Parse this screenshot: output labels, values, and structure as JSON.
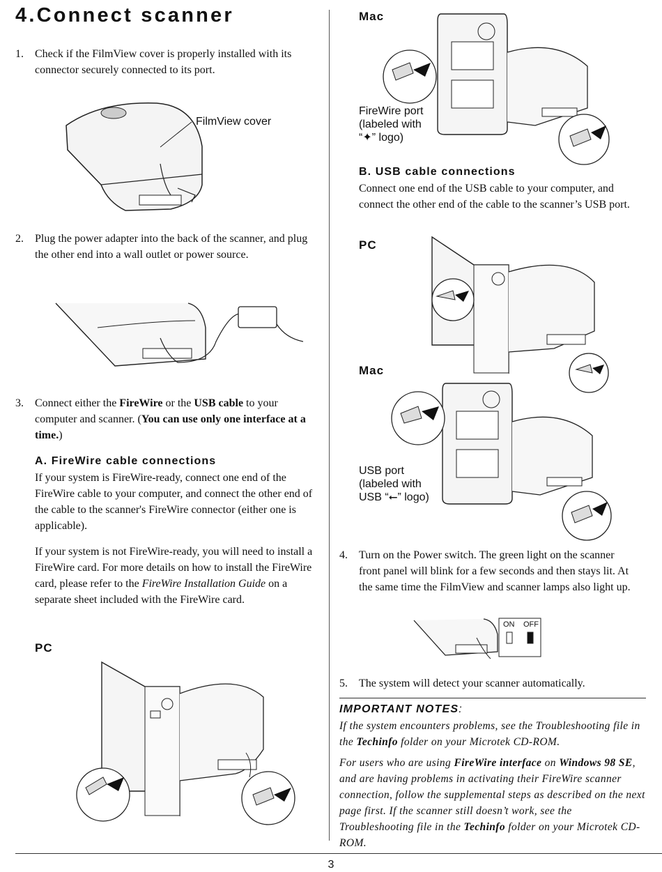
{
  "page": {
    "title": "4.Connect scanner",
    "page_number": "3"
  },
  "left": {
    "step1": {
      "num": "1.",
      "text": "Check if the FilmView cover is properly installed with its connector securely connected to its port."
    },
    "filmview_label": "FilmView cover",
    "step2": {
      "num": "2.",
      "text": "Plug the power adapter into the back of the scanner, and plug the other end into a wall outlet or power source."
    },
    "step3": {
      "num": "3.",
      "t1": "Connect either the ",
      "b1": "FireWire",
      "t2": " or the ",
      "b2": "USB cable",
      "t3": " to your computer and scanner. (",
      "b3": "You can use only one interface at a time.",
      "t4": ")"
    },
    "section_a": {
      "heading": "A. FireWire cable connections",
      "p1": "If your system is FireWire-ready, connect one end of the FireWire cable to your computer, and connect the other end of the cable to the scanner's FireWire connector (either one is applicable).",
      "p2_a": "If your system is not FireWire-ready, you will need to install a FireWire card. For more details on how to install the FireWire card, please refer to the ",
      "p2_em": "FireWire Installation Guide",
      "p2_b": " on a separate sheet included with the FireWire card."
    },
    "pc_label": "PC"
  },
  "right": {
    "mac_label_1": "Mac",
    "firewire_port_label": "FireWire port (labeled with “✦” logo)",
    "section_b": {
      "heading": "B. USB cable connections",
      "text": "Connect one end of the USB cable to your computer, and connect the other end of the cable to the scanner’s USB port."
    },
    "pc_label": "PC",
    "mac_label_2": "Mac",
    "usb_port_label": "USB port (labeled with USB “⭠” logo)",
    "step4": {
      "num": "4.",
      "text": "Turn on the Power switch. The green light on the scanner front panel will blink for a few seconds and then stays lit. At the same time the FilmView and scanner lamps also light up."
    },
    "switch_on": "ON",
    "switch_off": "OFF",
    "step5": {
      "num": "5.",
      "text": "The system will detect your scanner automatically."
    },
    "notes": {
      "title": "IMPORTANT NOTES",
      "colon": ":",
      "n1_a": "If the system encounters problems, see the Troubleshooting file in the ",
      "n1_b": "Techinfo",
      "n1_c": " folder on your Microtek CD-ROM.",
      "n2_a": "For users who are using ",
      "n2_b": "FireWire interface",
      "n2_c": " on ",
      "n2_d": "Windows 98 SE",
      "n2_e": ", and are having problems in activating their FireWire scanner connection, follow the supplemental steps as described on the next page first. If the scanner still doesn’t work, see the Troubleshooting file in the ",
      "n2_f": "Techinfo",
      "n2_g": " folder on your Microtek CD-ROM."
    }
  }
}
